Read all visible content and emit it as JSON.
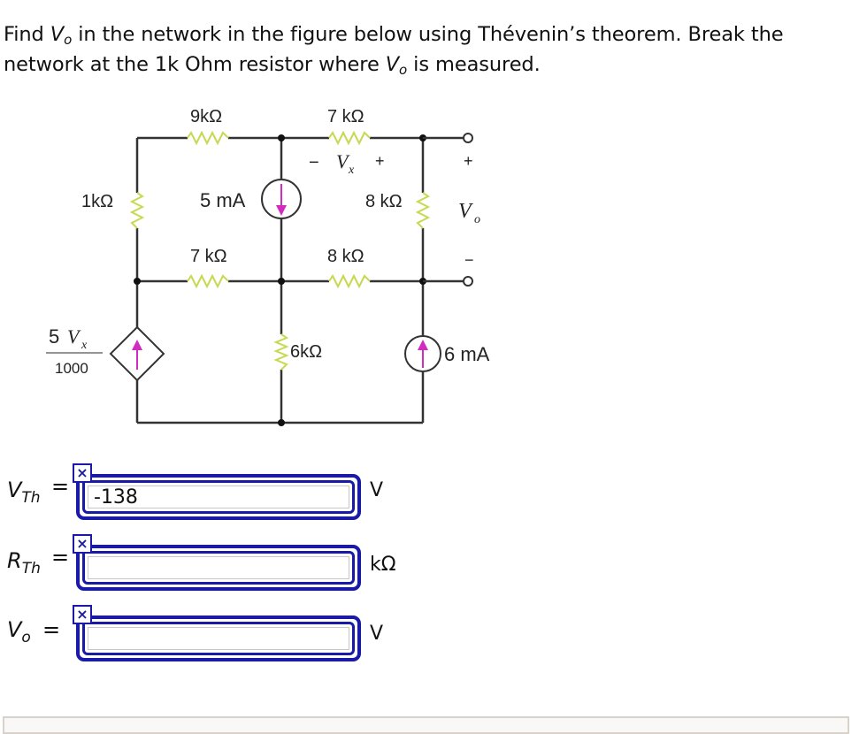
{
  "question": {
    "part1": "Find ",
    "vo_symbol": "V",
    "vo_sub": "o",
    "part2": " in the network in the figure below using Thévenin’s theorem. Break the network at the 1k Ohm resistor where ",
    "part3": " is measured."
  },
  "circuit": {
    "resistors": {
      "r_9k": "9kΩ",
      "r_7k_top": "7 kΩ",
      "r_1k": "1kΩ",
      "r_8k_vertical": "8 kΩ",
      "r_7k_mid": "7 kΩ",
      "r_8k_mid": "8 kΩ",
      "r_6k": "6kΩ"
    },
    "sources": {
      "current_5ma": "5 mA",
      "current_6ma": "6 mA",
      "dependent_numerator_coef": "5",
      "dependent_numerator_var": "V",
      "dependent_numerator_sub": "x",
      "dependent_denominator": "1000"
    },
    "vx_label": {
      "minus": "−",
      "symbol": "V",
      "sub": "x",
      "plus": "+"
    },
    "vo_label": {
      "plus": "+",
      "symbol": "V",
      "sub": "o",
      "minus": "−"
    },
    "colors": {
      "wire": "#333333",
      "resistor": "#c8d850",
      "arrow": "#d02cc0"
    }
  },
  "answers": [
    {
      "label": "V",
      "sub": "Th",
      "equals": "=",
      "value": "-138",
      "unit": "V",
      "badge": "×"
    },
    {
      "label": "R",
      "sub": "Th",
      "equals": "=",
      "value": "",
      "unit": "kΩ",
      "badge": "×"
    },
    {
      "label": "V",
      "sub": "o",
      "equals": "=",
      "value": "",
      "unit": "V",
      "badge": "×"
    }
  ],
  "colors": {
    "field_border": "#1a1aa8",
    "panel_border": "#d8d2cb"
  }
}
